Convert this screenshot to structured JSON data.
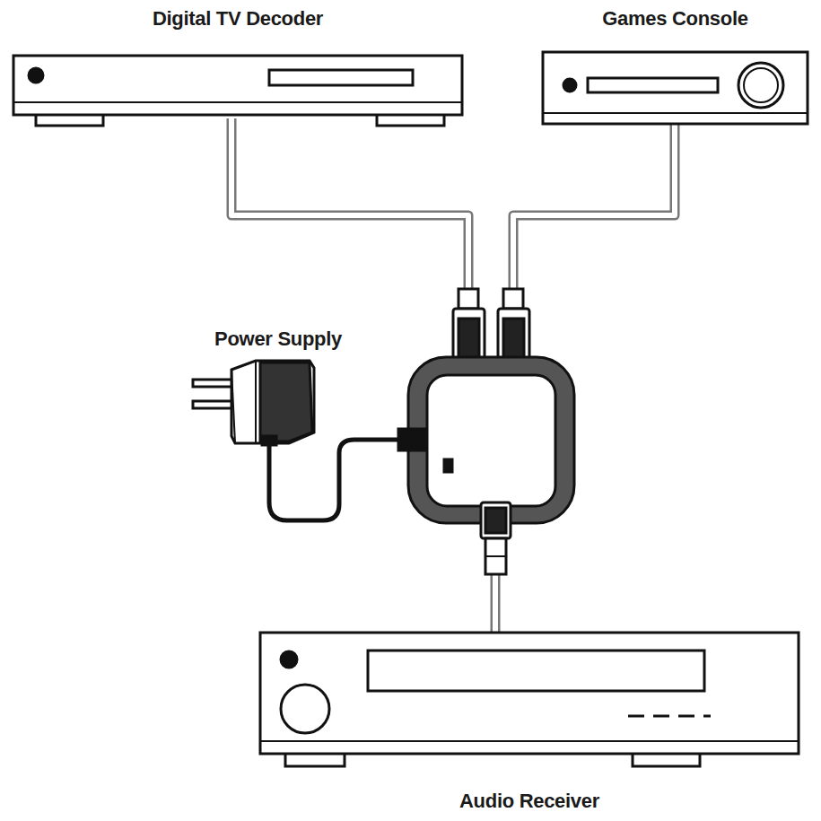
{
  "diagram": {
    "nodes": [
      {
        "text": [
          "Digital TV Decoder"
        ]
      },
      {
        "text": [
          "Games Console"
        ]
      },
      {
        "text": [
          "Power Supply"
        ]
      },
      {
        "text": [
          "Audio Receiver"
        ]
      }
    ]
  }
}
